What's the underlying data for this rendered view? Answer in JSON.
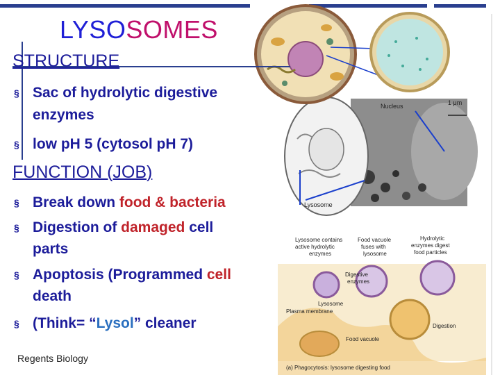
{
  "slide": {
    "title_part1": "LYSO",
    "title_part2": "SOMES",
    "heading_structure": "STRUCTURE",
    "structure_bullets": [
      "Sac of hydrolytic digestive",
      "enzymes",
      "low pH 5 (cytosol pH 7)"
    ],
    "heading_function": "FUNCTION (JOB)",
    "function_bullets": {
      "b1_a": "Break down ",
      "b1_b": "food & bacteria",
      "b2_a": "Digestion of ",
      "b2_b": "damaged",
      "b2_c": " cell",
      "b2_line2": "parts",
      "b3_a": "Apoptosis (Programmed ",
      "b3_b": "cell",
      "b3_line2": "death",
      "b4_a": "(Think= “",
      "b4_b": "Lysol",
      "b4_c": "” cleaner"
    },
    "footer": "Regents Biology",
    "bullet_marker": "§"
  },
  "figure": {
    "nucleus": "Nucleus",
    "scale": "1 μm",
    "lysosome": "Lysosome",
    "lys_contains_1": "Lysosome contains",
    "lys_contains_2": "active hydrolytic",
    "lys_contains_3": "enzymes",
    "food_vac_1": "Food vacuole",
    "food_vac_2": "fuses with",
    "food_vac_3": "lysosome",
    "hydro_1": "Hydrolytic",
    "hydro_2": "enzymes digest",
    "hydro_3": "food particles",
    "dig_enz_1": "Digestive",
    "dig_enz_2": "enzymes",
    "lysosome2": "Lysosome",
    "plasma": "Plasma membrane",
    "digestion": "Digestion",
    "food_vacuole": "Food vacuole",
    "caption": "(a) Phagocytosis: lysosome digesting food"
  }
}
